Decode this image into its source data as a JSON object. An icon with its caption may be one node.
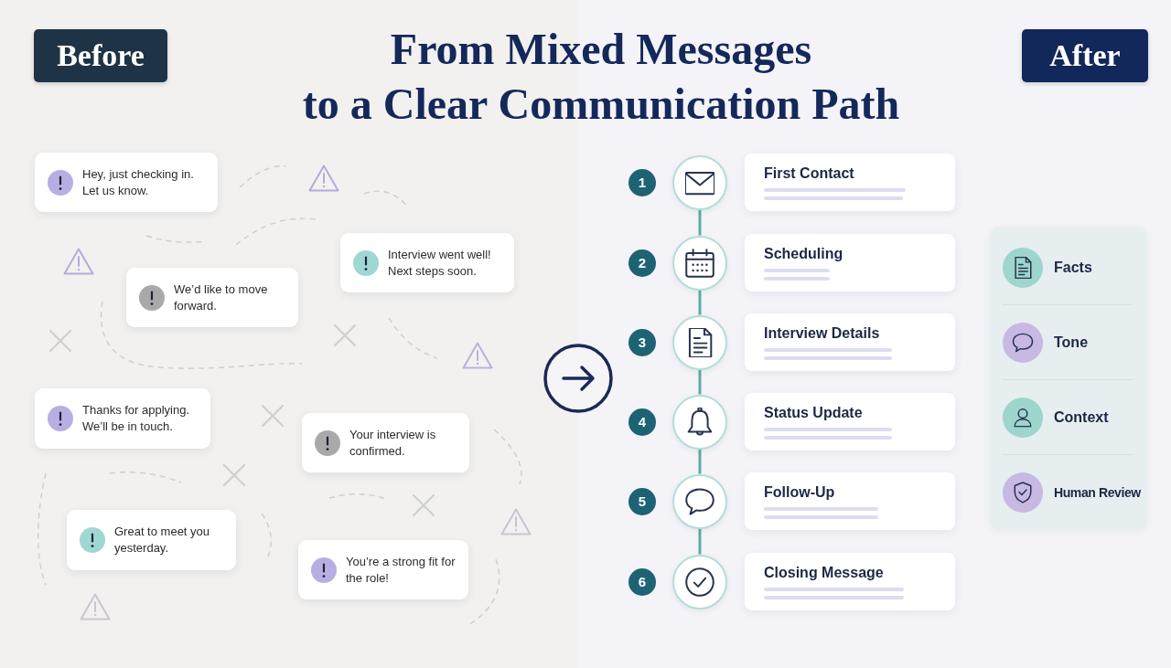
{
  "diagram": {
    "title": "From Mixed Messages to a Clear Communication Path",
    "nodes": [
      {
        "text": [
          "Before"
        ]
      },
      {
        "text": [
          "After"
        ]
      },
      {
        "text": [
          "Hey, just checking in. Let us know."
        ]
      },
      {
        "text": [
          "Interview went well! Next steps soon."
        ]
      },
      {
        "text": [
          "We’d like to move forward."
        ]
      },
      {
        "text": [
          "Thanks for applying. We’ll be in touch."
        ]
      },
      {
        "text": [
          "Your interview is confirmed."
        ]
      },
      {
        "text": [
          "Great to meet you yesterday."
        ]
      },
      {
        "text": [
          "You’re a strong fit for the role!"
        ]
      },
      {
        "text": [
          "1"
        ]
      },
      {
        "text": [],
        "shape": "circle"
      },
      {
        "text": [
          "First Contact"
        ]
      },
      {
        "text": [
          "2"
        ]
      },
      {
        "text": [],
        "shape": "circle"
      },
      {
        "text": [
          "Scheduling"
        ]
      },
      {
        "text": [
          "3"
        ]
      },
      {
        "text": [],
        "shape": "circle"
      },
      {
        "text": [
          "Interview Details"
        ]
      },
      {
        "text": [
          "4"
        ]
      },
      {
        "text": [],
        "shape": "circle"
      },
      {
        "text": [
          "Status Update"
        ]
      },
      {
        "text": [
          "5"
        ]
      },
      {
        "text": [],
        "shape": "circle"
      },
      {
        "text": [
          "Follow-Up"
        ]
      },
      {
        "text": [
          "6"
        ]
      },
      {
        "text": [],
        "shape": "circle"
      },
      {
        "text": [
          "Closing Message"
        ]
      },
      {
        "text": [
          "Facts",
          "Tone",
          "Context",
          "Human Review"
        ]
      }
    ],
    "edges": [
      {
        "from": 10,
        "to": 13,
        "arrow": "none"
      },
      {
        "from": 13,
        "to": 16,
        "arrow": "none"
      },
      {
        "from": 16,
        "to": 19,
        "arrow": "none"
      },
      {
        "from": 19,
        "to": 22,
        "arrow": "none"
      },
      {
        "from": 22,
        "to": 25,
        "arrow": "none"
      }
    ]
  }
}
